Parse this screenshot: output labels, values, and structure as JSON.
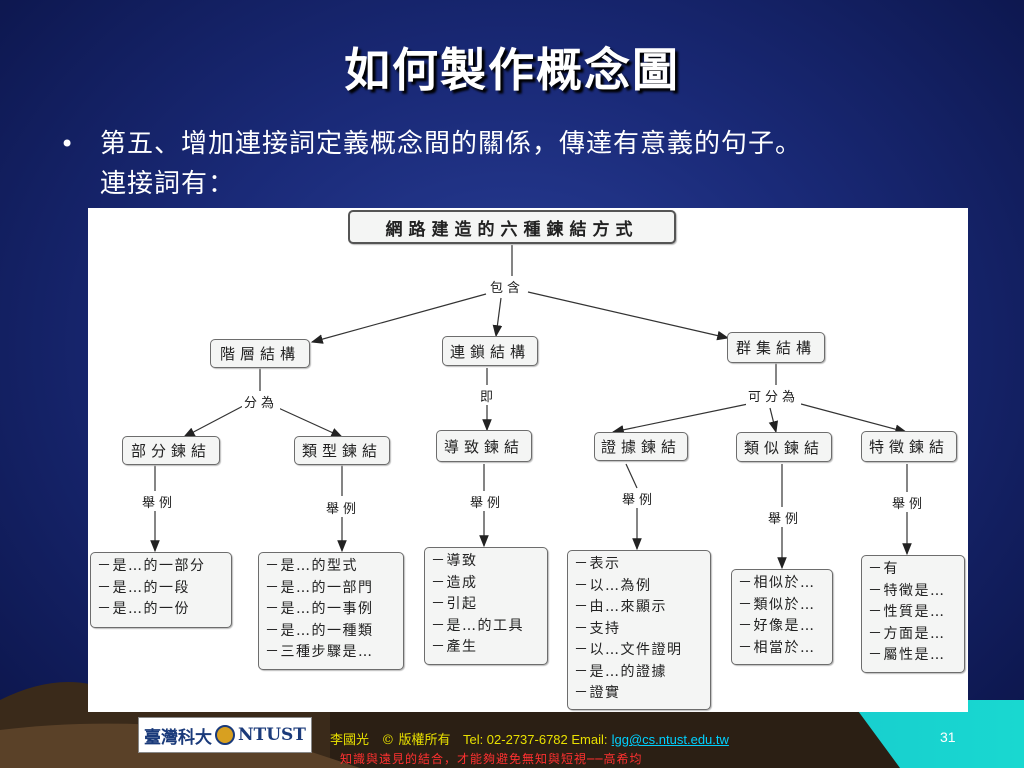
{
  "slide": {
    "title": "如何製作概念圖",
    "bullet_line1": "第五、增加連接詞定義概念間的關係，傳達有意義的句子。",
    "bullet_line2": "連接詞有："
  },
  "diagram": {
    "root": "網路建造的六種鍊結方式",
    "root_link": "包含",
    "level1": [
      {
        "label": "階層結構",
        "link": "分為"
      },
      {
        "label": "連鎖結構",
        "link": "即"
      },
      {
        "label": "群集結構",
        "link": "可分為"
      }
    ],
    "level2": [
      {
        "label": "部分鍊結",
        "link": "舉例",
        "examples": [
          "－是…的一部分",
          "－是…的一段",
          "－是…的一份"
        ]
      },
      {
        "label": "類型鍊結",
        "link": "舉例",
        "examples": [
          "－是…的型式",
          "－是…的一部門",
          "－是…的一事例",
          "－是…的一種類",
          "－三種步驟是…"
        ]
      },
      {
        "label": "導致鍊結",
        "link": "舉例",
        "examples": [
          "－導致",
          "－造成",
          "－引起",
          "－是…的工具",
          "－產生"
        ]
      },
      {
        "label": "證據鍊結",
        "link": "舉例",
        "examples": [
          "－表示",
          "－以…為例",
          "－由…來顯示",
          "－支持",
          "－以…文件證明",
          "－是…的證據",
          "－證實"
        ]
      },
      {
        "label": "類似鍊結",
        "link": "舉例",
        "examples": [
          "－相似於…",
          "－類似於…",
          "－好像是…",
          "－相當於…"
        ]
      },
      {
        "label": "特徵鍊結",
        "link": "舉例",
        "examples": [
          "－有",
          "－特徵是…",
          "－性質是…",
          "－方面是…",
          "－屬性是…"
        ]
      }
    ]
  },
  "footer": {
    "logo_left": "臺灣科大",
    "logo_right": "NTUST",
    "author": "李國光",
    "copyright": "© 版權所有",
    "tel": "Tel: 02-2737-6782  Email:",
    "email": "lgg@cs.ntust.edu.tw",
    "motto": "知識與遠見的結合，才能夠避免無知與短視──高希均",
    "page_number": "31"
  },
  "colors": {
    "background": "#1a2a78",
    "title": "#ffffff",
    "footer_text": "#e8e000",
    "footer_link": "#00d0ff",
    "motto": "#ff3030"
  }
}
